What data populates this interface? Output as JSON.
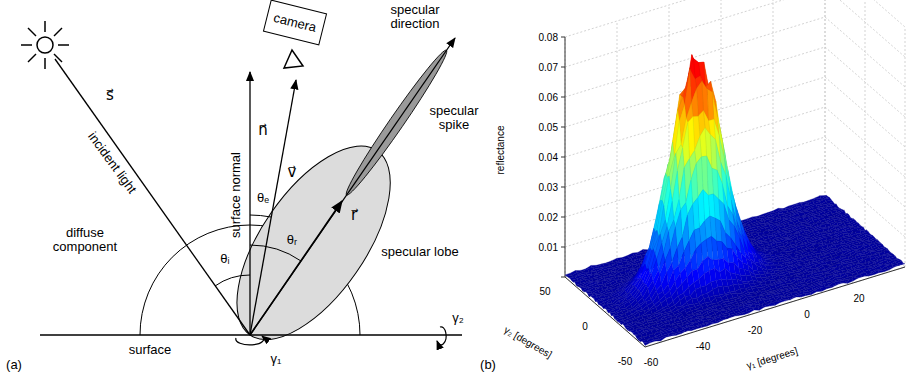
{
  "diagram": {
    "nodes": [
      {
        "text": [
          "camera"
        ]
      }
    ],
    "labels": [
      "s⃗",
      "incident light",
      "surface normal",
      "n⃗",
      "v⃗",
      "specular direction",
      "specular spike",
      "r⃗",
      "specular lobe",
      "diffuse component",
      "θᵢ",
      "θₑ",
      "θᵣ",
      "surface",
      "γ₁",
      "γ₂",
      "(a)",
      "(b)",
      "reflectance",
      "0.08",
      "0.07",
      "0.06",
      "0.05",
      "0.04",
      "0.03",
      "0.02",
      "0.01",
      "γ₂ [degrees]",
      "50",
      "0",
      "-50",
      "γ₁ [degrees]",
      "-60",
      "-40",
      "-20",
      "0",
      "20"
    ]
  }
}
